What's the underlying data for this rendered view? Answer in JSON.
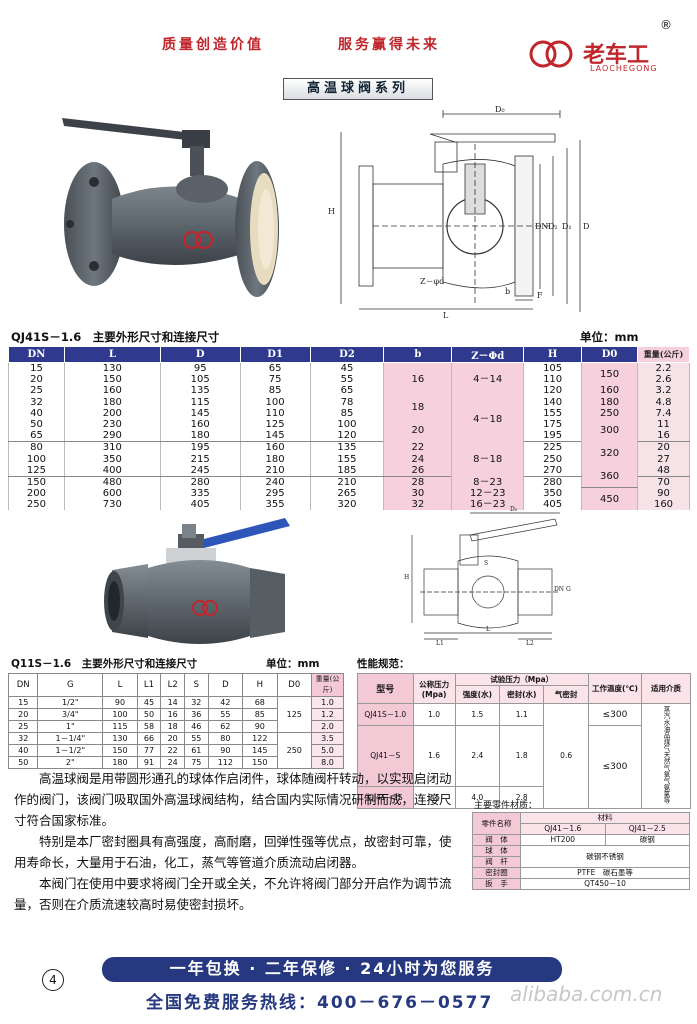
{
  "header": {
    "slogan_left": "质量创造价值",
    "slogan_right": "服务赢得未来",
    "brand_cn": "老车工",
    "brand_en": "LAOCHEGONG",
    "registered": "®"
  },
  "series_title": "高温球阀系列",
  "drawing1_labels": {
    "d0": "D₀",
    "h": "H",
    "dn": "DN",
    "d2": "D₂",
    "d1": "D₁",
    "d": "D",
    "zd": "Z－φd",
    "b": "b",
    "f": "F",
    "l": "L"
  },
  "table1": {
    "heading": "QJ41S－1.6　主要外形尺寸和连接尺寸",
    "unit": "单位：mm",
    "headers": [
      "DN",
      "L",
      "D",
      "D1",
      "D2",
      "b",
      "Z－Φd",
      "H",
      "D0",
      "重量(公斤)"
    ],
    "rows": [
      [
        "15",
        "130",
        "95",
        "65",
        "45",
        "105",
        "2.2"
      ],
      [
        "20",
        "150",
        "105",
        "75",
        "55",
        "110",
        "2.6"
      ],
      [
        "25",
        "160",
        "135",
        "85",
        "65",
        "120",
        "3.2"
      ],
      [
        "32",
        "180",
        "115",
        "100",
        "78",
        "140",
        "4.8"
      ],
      [
        "40",
        "200",
        "145",
        "110",
        "85",
        "155",
        "7.4"
      ],
      [
        "50",
        "230",
        "160",
        "125",
        "100",
        "175",
        "11"
      ],
      [
        "65",
        "290",
        "180",
        "145",
        "120",
        "195",
        "16"
      ],
      [
        "80",
        "310",
        "195",
        "160",
        "135",
        "225",
        "20"
      ],
      [
        "100",
        "350",
        "215",
        "180",
        "155",
        "250",
        "27"
      ],
      [
        "125",
        "400",
        "245",
        "210",
        "185",
        "270",
        "48"
      ],
      [
        "150",
        "480",
        "280",
        "240",
        "210",
        "280",
        "70"
      ],
      [
        "200",
        "600",
        "335",
        "295",
        "265",
        "350",
        "90"
      ],
      [
        "250",
        "730",
        "405",
        "355",
        "320",
        "405",
        "160"
      ]
    ],
    "b_groups": [
      "16",
      "18",
      "20",
      "22",
      "24",
      "26",
      "28",
      "30",
      "32"
    ],
    "zd_groups": [
      "4－14",
      "4－18",
      "8－18",
      "8－23",
      "12－23",
      "16－23"
    ],
    "d0_groups": [
      "150",
      "160",
      "180",
      "250",
      "300",
      "320",
      "360",
      "450"
    ]
  },
  "drawing2_labels": {
    "d0": "D₀",
    "h": "H",
    "dn": "DN",
    "g": "G",
    "l1": "L1",
    "l2": "L2",
    "s": "S",
    "l": "L"
  },
  "table2": {
    "heading": "Q11S－1.6　主要外形尺寸和连接尺寸",
    "unit": "单位：mm",
    "headers": [
      "DN",
      "G",
      "L",
      "L1",
      "L2",
      "S",
      "D",
      "H",
      "D0",
      "重量(公斤)"
    ],
    "rows": [
      [
        "15",
        "1/2\"",
        "90",
        "45",
        "14",
        "32",
        "42",
        "68",
        "1.0"
      ],
      [
        "20",
        "3/4\"",
        "100",
        "50",
        "16",
        "36",
        "55",
        "85",
        "1.2"
      ],
      [
        "25",
        "1\"",
        "115",
        "58",
        "18",
        "46",
        "62",
        "90",
        "2.0"
      ],
      [
        "32",
        "1－1/4\"",
        "130",
        "66",
        "20",
        "55",
        "80",
        "122",
        "3.5"
      ],
      [
        "40",
        "1－1/2\"",
        "150",
        "77",
        "22",
        "61",
        "90",
        "145",
        "5.0"
      ],
      [
        "50",
        "2\"",
        "180",
        "91",
        "24",
        "75",
        "112",
        "150",
        "8.0"
      ]
    ],
    "d0_groups": [
      "125",
      "250"
    ]
  },
  "table3": {
    "heading": "性能规范：",
    "col_model": "型号",
    "col_pn": "公称压力(Mpa)",
    "col_test": "试验压力（Mpa）",
    "col_strength": "强度(水)",
    "col_seal": "密封(水)",
    "col_air": "气密封",
    "col_temp": "工作温度(℃)",
    "col_media": "适用介质",
    "rows": [
      [
        "QJ41S－1.0",
        "1.0",
        "1.5",
        "1.1"
      ],
      [
        "QJ41－S",
        "1.6",
        "2.4",
        "1.8"
      ],
      [
        "QJ41－2S",
        "2.5",
        "4.0",
        "2.8"
      ]
    ],
    "air": "0.6",
    "temp": "≤300",
    "temp2": "≤300",
    "media": "蒸汽水油品煤气天然气氧气氨氯等"
  },
  "table4": {
    "heading": "主要零件材质：",
    "col_part": "零件名称",
    "col_material": "材料",
    "col_a": "QJ41－1.6",
    "col_b": "QJ41－2.5",
    "rows": [
      [
        "阀　体",
        "HT200",
        "碳钢"
      ],
      [
        "球　体",
        "碳钢不锈钢"
      ],
      [
        "阀　杆",
        ""
      ],
      [
        "密封圈",
        "PTFE　碳石墨等"
      ],
      [
        "扳　手",
        "QT450－10"
      ]
    ]
  },
  "description": {
    "p1": "高温球阀是用带圆形通孔的球体作启闭件，球体随阀杆转动，以实现启闭动作的阀门，该阀门吸取国外高温球阀结构，结合国内实际情况研制而成，连接尺寸符合国家标准。",
    "p2": "特别是本厂密封圈具有高强度，高耐磨，回弹性强等优点，故密封可靠，使用寿命长，大量用于石油，化工，蒸气等管道介质流动启闭器。",
    "p3": "本阀门在使用中要求将阀门全开或全关，不允许将阀门部分开启作为调节流量，否则在介质流速较高时易使密封损坏。"
  },
  "footer": {
    "page_number": "4",
    "banner": "一年包换 · 二年保修 · 24小时为您服务",
    "hotline": "全国免费服务热线：400－676－0577",
    "watermark": "alibaba.com.cn"
  }
}
